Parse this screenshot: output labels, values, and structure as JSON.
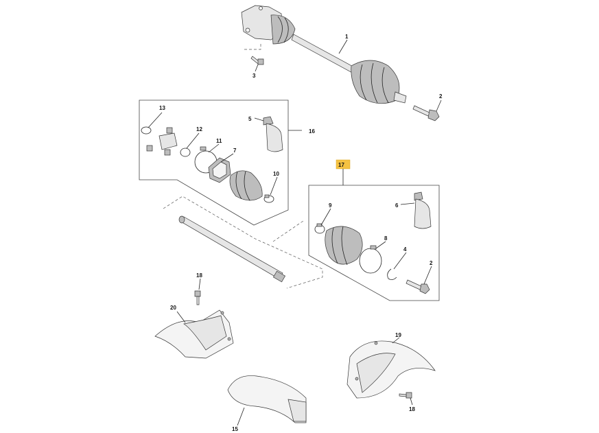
{
  "diagram": {
    "callouts": {
      "c1": "1",
      "c2a": "2",
      "c2b": "2",
      "c3": "3",
      "c4": "4",
      "c5": "5",
      "c6": "6",
      "c7": "7",
      "c8": "8",
      "c9": "9",
      "c10": "10",
      "c11": "11",
      "c12": "12",
      "c13": "13",
      "c15": "15",
      "c16": "16",
      "c17": "17",
      "c18a": "18",
      "c18b": "18",
      "c19": "19",
      "c20": "20"
    },
    "colors": {
      "highlight": "#f5c242",
      "line": "#222222",
      "part_fill": "#e6e6e6"
    }
  }
}
